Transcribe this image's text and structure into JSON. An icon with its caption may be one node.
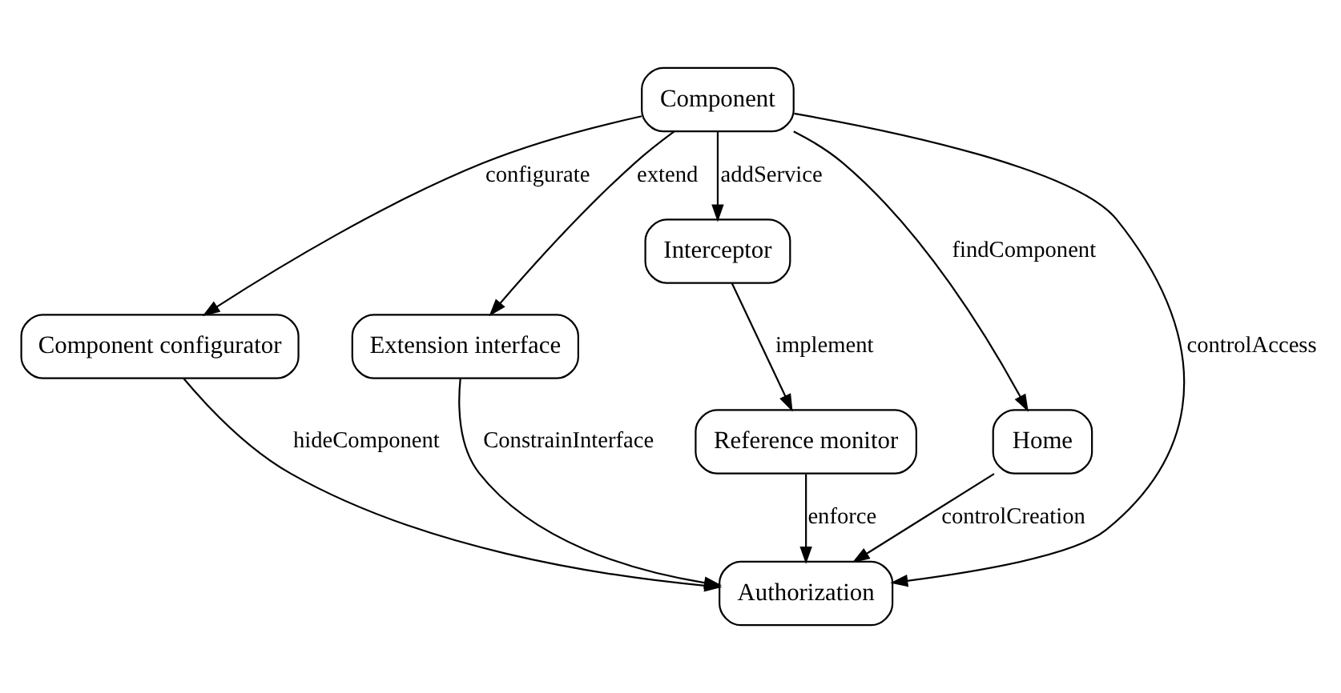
{
  "diagram": {
    "nodes": [
      {
        "text": [
          "Component"
        ]
      },
      {
        "text": [
          "Component configurator"
        ]
      },
      {
        "text": [
          "Extension interface"
        ]
      },
      {
        "text": [
          "Interceptor"
        ]
      },
      {
        "text": [
          "Home"
        ]
      },
      {
        "text": [
          "Reference monitor"
        ]
      },
      {
        "text": [
          "Authorization"
        ]
      }
    ],
    "edges": [
      {
        "from": 0,
        "to": 1,
        "arrow": "to",
        "label": "configurate"
      },
      {
        "from": 0,
        "to": 2,
        "arrow": "to",
        "label": "extend"
      },
      {
        "from": 0,
        "to": 3,
        "arrow": "to",
        "label": "addService"
      },
      {
        "from": 0,
        "to": 4,
        "arrow": "to",
        "label": "findComponent"
      },
      {
        "from": 0,
        "to": 6,
        "arrow": "to",
        "label": "controlAccess"
      },
      {
        "from": 2,
        "to": 6,
        "arrow": "to",
        "label": "ConstrainInterface"
      },
      {
        "from": 4,
        "to": 6,
        "arrow": "to",
        "label": "controlCreation"
      },
      {
        "from": 3,
        "to": 5,
        "arrow": "to",
        "label": "implement"
      },
      {
        "from": 5,
        "to": 6,
        "arrow": "to",
        "label": "enforce"
      },
      {
        "from": 1,
        "to": 6,
        "arrow": "to",
        "label": "hideComponent"
      }
    ]
  }
}
